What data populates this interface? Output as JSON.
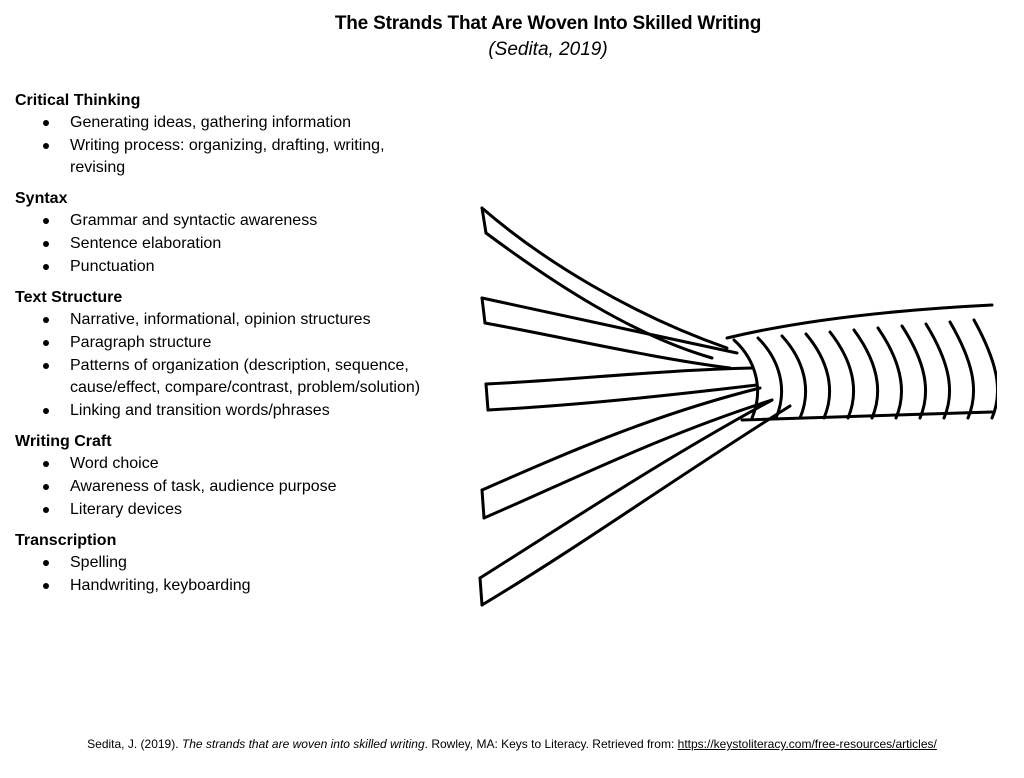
{
  "title": "The Strands That Are Woven Into Skilled Writing",
  "subtitle": "(Sedita, 2019)",
  "sections": [
    {
      "heading": "Critical Thinking",
      "items": [
        "Generating ideas, gathering information",
        "Writing process: organizing, drafting, writing, revising"
      ]
    },
    {
      "heading": "Syntax",
      "items": [
        "Grammar and syntactic awareness",
        "Sentence elaboration",
        "Punctuation"
      ]
    },
    {
      "heading": "Text Structure",
      "items": [
        "Narrative, informational, opinion structures",
        "Paragraph structure",
        "Patterns of organization (description, sequence, cause/effect, compare/contrast, problem/solution)",
        "Linking and transition words/phrases"
      ]
    },
    {
      "heading": "Writing Craft",
      "items": [
        "Word choice",
        "Awareness of task, audience purpose",
        "Literary devices"
      ]
    },
    {
      "heading": "Transcription",
      "items": [
        "Spelling",
        "Handwriting, keyboarding"
      ]
    }
  ],
  "citation": {
    "prefix": "Sedita, J. (2019). ",
    "work_title": "The strands that are woven into skilled writing",
    "suffix": ". Rowley, MA: Keys to Literacy. Retrieved from: ",
    "link_text": "https://keystoliteracy.com/free-resources/articles/"
  },
  "illustration": {
    "name": "rope-illustration",
    "stroke_color": "#000000"
  }
}
